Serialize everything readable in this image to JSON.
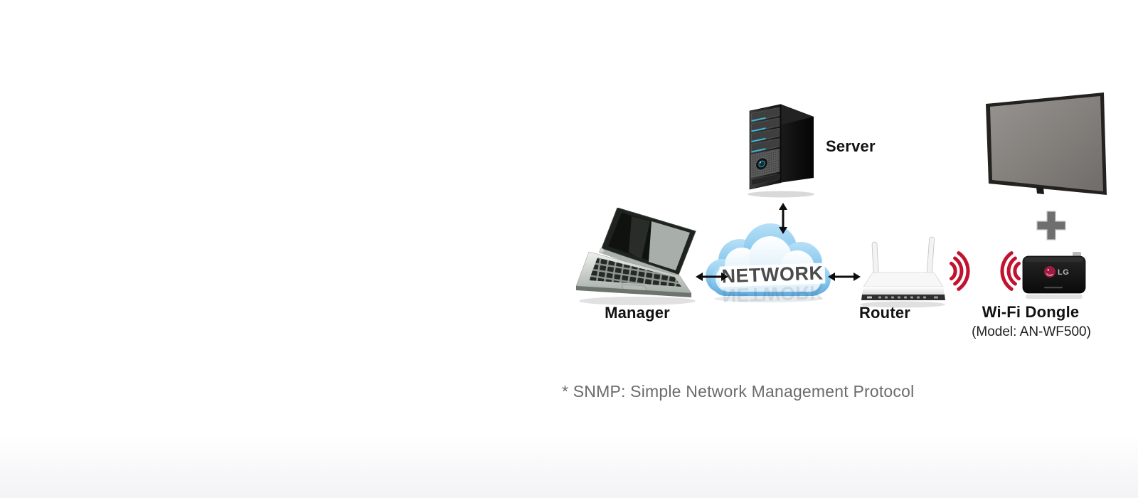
{
  "diagram": {
    "nodes": {
      "server": {
        "label": "Server",
        "icon": "server-tower-icon"
      },
      "manager": {
        "label": "Manager",
        "icon": "laptop-icon"
      },
      "network": {
        "label": "NETWORK",
        "icon": "cloud-icon"
      },
      "router": {
        "label": "Router",
        "icon": "wireless-router-icon"
      },
      "display": {
        "icon": "tv-display-icon"
      },
      "wifi_dongle": {
        "label": "Wi-Fi Dongle",
        "model": "(Model: AN-WF500)",
        "brand": "LG",
        "icon": "wifi-dongle-icon"
      }
    },
    "connections": [
      {
        "from": "server",
        "to": "network",
        "type": "bidirectional-arrow"
      },
      {
        "from": "manager",
        "to": "network",
        "type": "bidirectional-arrow"
      },
      {
        "from": "network",
        "to": "router",
        "type": "bidirectional-arrow"
      },
      {
        "from": "router",
        "to": "wifi_dongle",
        "type": "wifi-signal-waves"
      },
      {
        "from": "display",
        "to": "wifi_dongle",
        "type": "plus"
      }
    ],
    "footnote": "* SNMP: Simple Network Management Protocol"
  },
  "colors": {
    "background": "#ffffff",
    "footer_tint": "#f5f5f7",
    "label_text": "#121212",
    "footnote_text": "#6b6b6b",
    "wifi_wave_red": "#c1122f",
    "network_text": "#4b4b4b",
    "cloud_blue": "#8ccaef",
    "plus_gray": "#6f6f6f",
    "lg_logo_red": "#a11a42"
  }
}
